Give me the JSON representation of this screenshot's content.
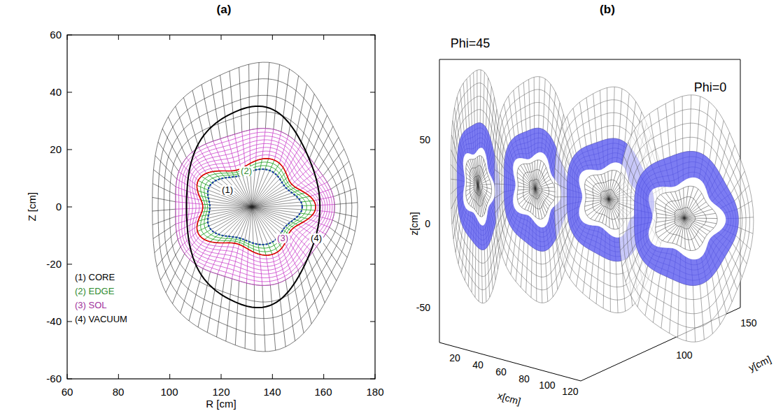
{
  "diagram": {
    "labels": [
      "(a)",
      "(b)",
      "60",
      "40",
      "20",
      "0",
      "-20",
      "-40",
      "-60",
      "60",
      "80",
      "100",
      "120",
      "140",
      "160",
      "180",
      "Z [cm]",
      "R [cm]",
      "(1)",
      "(2)",
      "(3)",
      "(4)",
      "(1) CORE",
      "(2) EDGE",
      "(3) SOL",
      "(4) VACUUM",
      "Phi=45",
      "Phi=0",
      "50",
      "0",
      "-50",
      "z[cm]",
      "20",
      "40",
      "60",
      "80",
      "100",
      "120",
      "x[cm]",
      "150",
      "100",
      "y[cm]"
    ]
  }
}
